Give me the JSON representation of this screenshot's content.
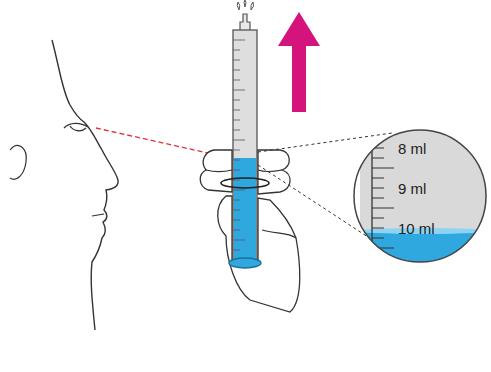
{
  "diagram": {
    "labels": [
      "8 ml",
      "9 ml",
      "10 ml"
    ]
  }
}
